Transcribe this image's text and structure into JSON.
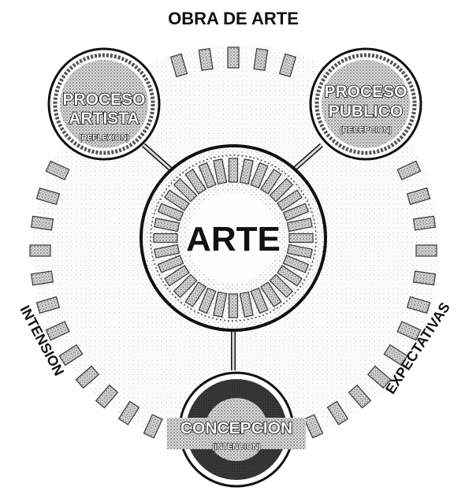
{
  "labels": {
    "top": "OBRA DE ARTE",
    "left": "INTENSION",
    "right": "EXPECTATIVAS"
  },
  "center": {
    "title": "ARTE"
  },
  "nodes": {
    "artista": {
      "line1": "PROCESO",
      "line2": "ARTISTA",
      "sub": "(REFLEXION)"
    },
    "publico": {
      "line1": "PROCESO",
      "line2": "PUBLICO",
      "sub": "(RECEPCION)"
    },
    "concepcion": {
      "line1": "CONCEPCION",
      "sub": "(INTENCION)"
    }
  },
  "colors": {
    "stipple": "#9a9a9a",
    "ring_dark": "#2a2a2a",
    "node_fill_light": "#b9b9b9",
    "line": "#111111"
  }
}
